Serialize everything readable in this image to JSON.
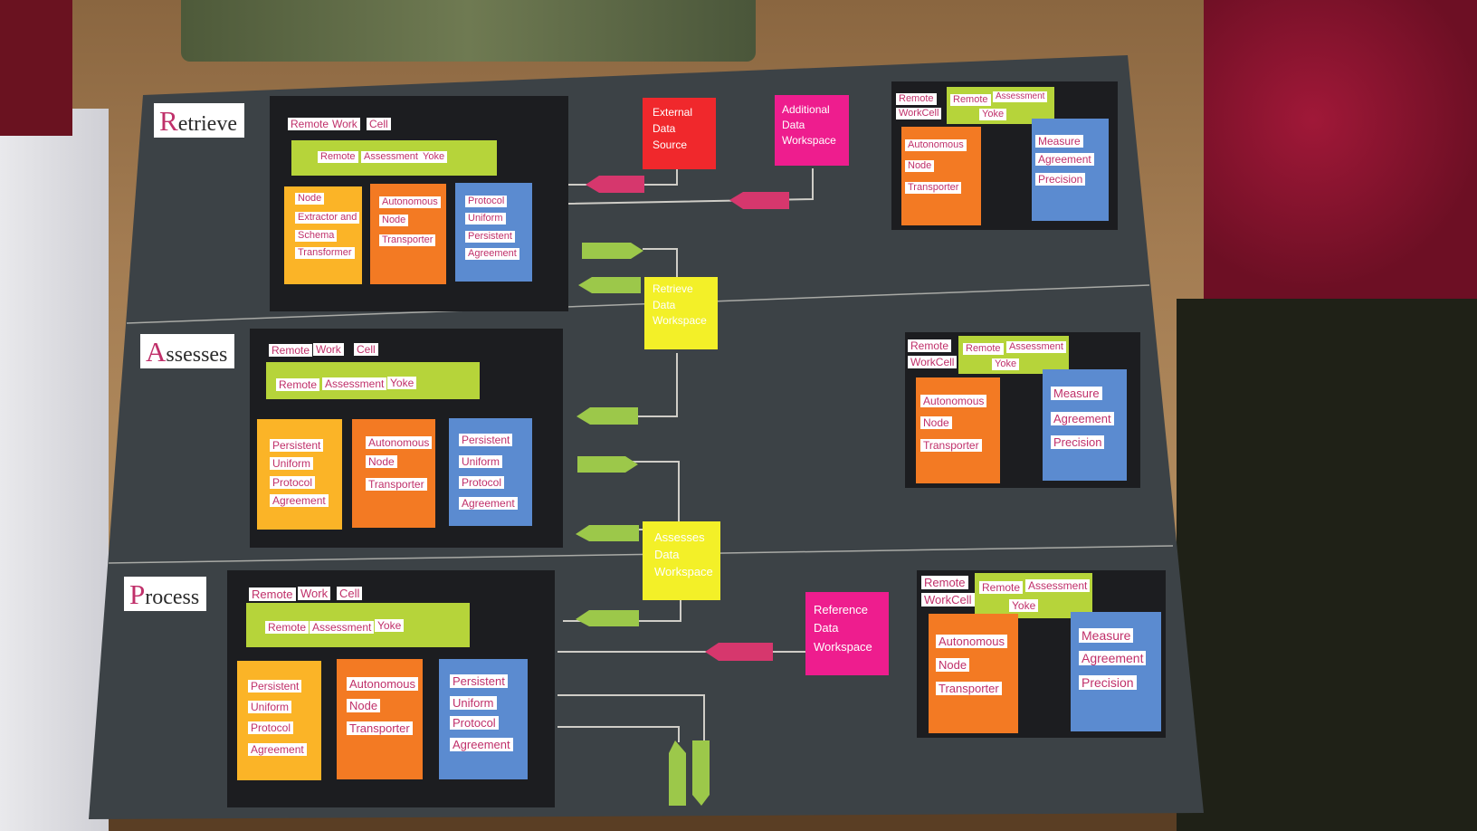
{
  "colors": {
    "board": "#3c4246",
    "panel": "#1c1d20",
    "yellow": "#fbb427",
    "orange": "#f37a23",
    "blue": "#5b8bd0",
    "lime": "#b6d43a",
    "red": "#f0282c",
    "magenta": "#ee1d8e",
    "paleyellow": "#f3f028",
    "arrow_green": "#9cc84a",
    "arrow_pink": "#d6376d",
    "label_text": "#c0306a"
  },
  "sections": [
    {
      "title": "Retrieve"
    },
    {
      "title": "Assesses"
    },
    {
      "title": "Process"
    }
  ],
  "rwc": {
    "remote": "Remote",
    "work": "Work",
    "cell": "Cell",
    "workcell": "WorkCell"
  },
  "ray": {
    "remote": "Remote",
    "assessment": "Assessment",
    "yoke": "Yoke"
  },
  "neast": [
    "Node",
    "Extractor and",
    "Schema",
    "Transformer"
  ],
  "pupa": [
    "Persistent",
    "Uniform",
    "Protocol",
    "Agreement"
  ],
  "upap": [
    "Protocol",
    "Uniform",
    "Persistent",
    "Agreement"
  ],
  "ant": [
    "Autonomous",
    "Node",
    "Transporter"
  ],
  "map": [
    "Measure",
    "Agreement",
    "Precision"
  ],
  "data_sources": {
    "external": [
      "External",
      "Data",
      "Source"
    ],
    "additional": [
      "Additional",
      "Data",
      "Workspace"
    ],
    "retrieve_ws": [
      "Retrieve",
      "Data",
      "Workspace"
    ],
    "assesses_ws": [
      "Assesses",
      "Data",
      "Workspace"
    ],
    "reference": [
      "Reference",
      "Data",
      "Workspace"
    ]
  },
  "icons": {
    "arrow": "pentagon-arrow-tab",
    "surround": "wooden-table-and-fabric"
  }
}
